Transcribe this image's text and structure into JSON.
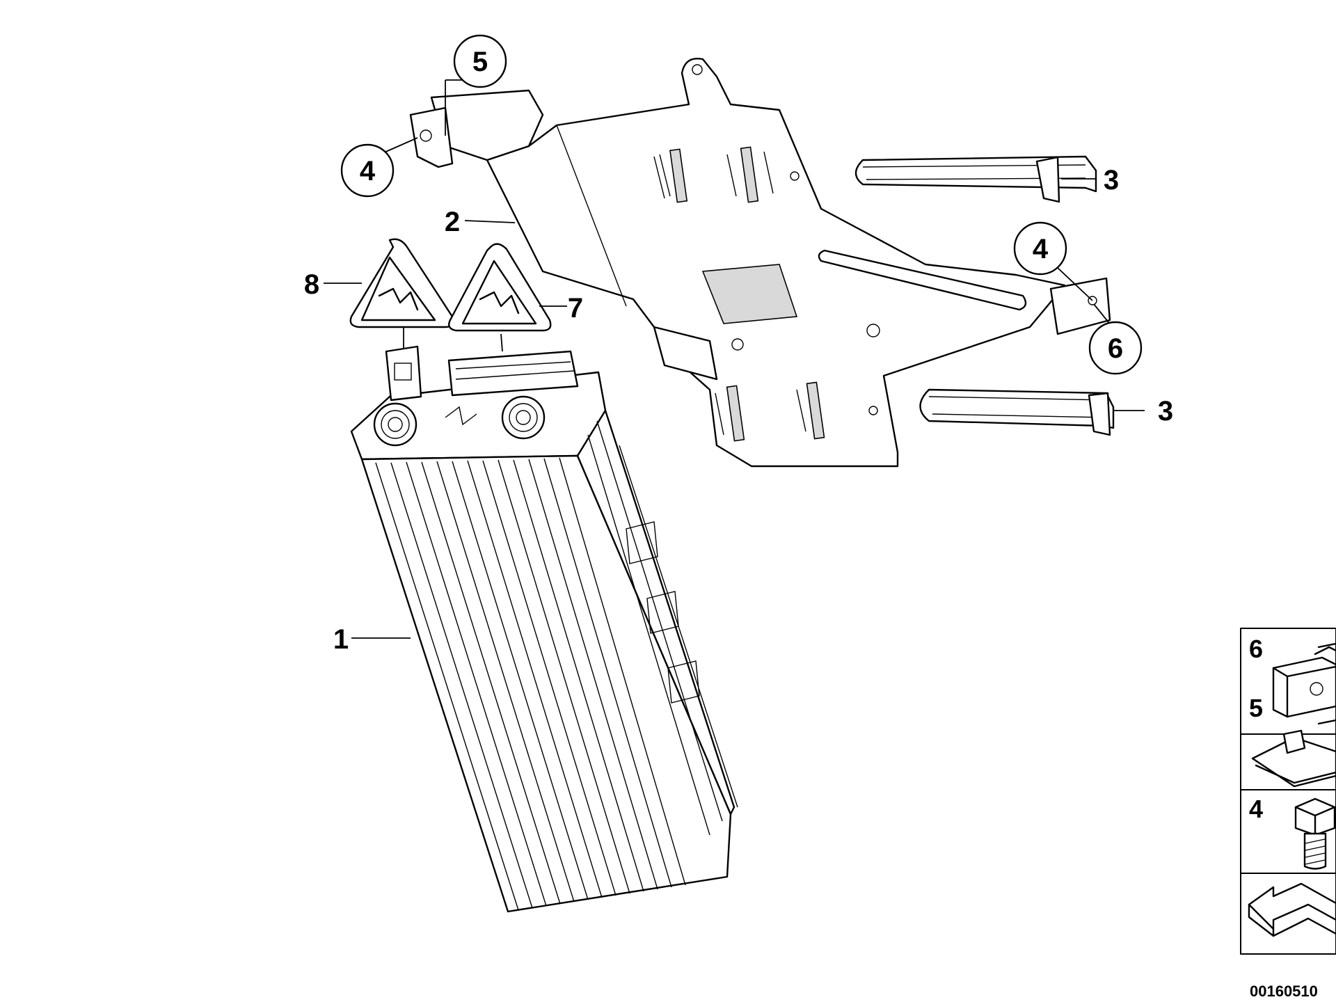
{
  "callouts": [
    {
      "label": "1",
      "circled": false
    },
    {
      "label": "2",
      "circled": false
    },
    {
      "label": "3",
      "circled": false
    },
    {
      "label": "3",
      "circled": false
    },
    {
      "label": "4",
      "circled": true
    },
    {
      "label": "4",
      "circled": true
    },
    {
      "label": "5",
      "circled": true
    },
    {
      "label": "6",
      "circled": true
    },
    {
      "label": "7",
      "circled": false
    },
    {
      "label": "8",
      "circled": false
    }
  ],
  "legend": {
    "items": [
      {
        "label": "6",
        "icon": "clip-nut-icon"
      },
      {
        "label": "5",
        "icon": "cage-nut-icon"
      },
      {
        "label": "4",
        "icon": "hex-bolt-icon"
      },
      {
        "label": "",
        "icon": "arrow-symbol-icon"
      }
    ]
  },
  "diagram_code": "00160510"
}
